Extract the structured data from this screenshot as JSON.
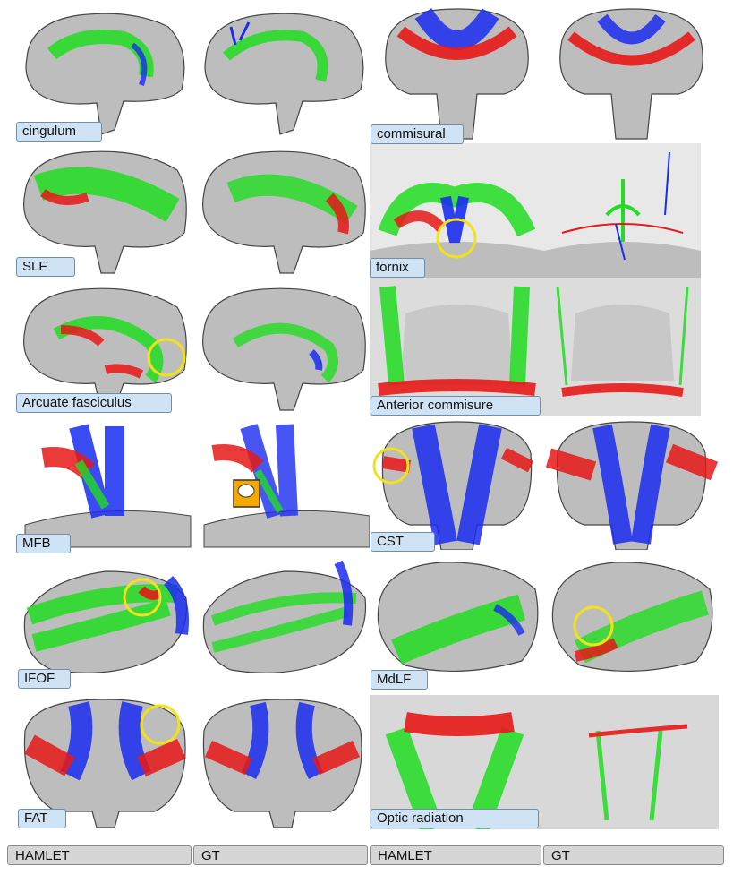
{
  "tract_labels": {
    "cingulum": "cingulum",
    "commisural": "commisural",
    "slf": "SLF",
    "fornix": "fornix",
    "arcuate": "Arcuate fasciculus",
    "anterior": "Anterior commisure",
    "mfb": "MFB",
    "cst": "CST",
    "ifof": "IFOF",
    "mdlf": "MdLF",
    "fat": "FAT",
    "optic": "Optic radiation"
  },
  "columns": [
    "HAMLET",
    "GT",
    "HAMLET",
    "GT"
  ],
  "colors": {
    "tract_green": "#22dd22",
    "tract_red": "#e81818",
    "tract_blue": "#1a2cf0",
    "highlight_circle": "#f2e21a",
    "label_fill": "#cfe3f5",
    "footer_fill": "#d6d6d6"
  },
  "annotation_icons": [
    "speech-bubble-icon"
  ]
}
